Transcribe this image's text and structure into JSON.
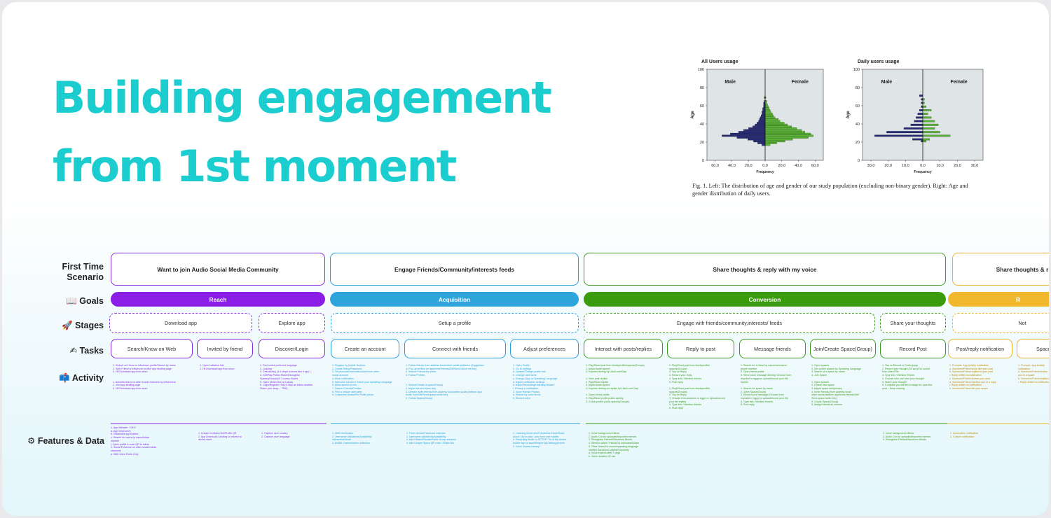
{
  "title_lines": [
    "Building engagement",
    "from 1st moment"
  ],
  "charts": [
    {
      "title": "All Users usage",
      "male_label": "Male",
      "female_label": "Female",
      "ylabel": "Age",
      "xlabel": "Frequency"
    },
    {
      "title": "Daily users usage",
      "male_label": "Male",
      "female_label": "Female",
      "ylabel": "Age",
      "xlabel": "Frequency"
    }
  ],
  "chart_data": [
    {
      "type": "bar",
      "title": "All Users usage",
      "xlabel": "Frequency",
      "ylabel": "Age",
      "ylim": [
        0,
        100
      ],
      "x_ticks": [
        "60,0",
        "40,0",
        "20,0",
        "0,0",
        "20,0",
        "40,0",
        "60,0"
      ],
      "y_ticks": [
        "0",
        "20",
        "40",
        "60",
        "80",
        "100"
      ],
      "series": [
        {
          "name": "Male",
          "values": [
            [
              17,
              4
            ],
            [
              19,
              9
            ],
            [
              21,
              14
            ],
            [
              23,
              21
            ],
            [
              25,
              34
            ],
            [
              27,
              52
            ],
            [
              29,
              42
            ],
            [
              31,
              32
            ],
            [
              33,
              26
            ],
            [
              35,
              20
            ],
            [
              37,
              15
            ],
            [
              39,
              12
            ],
            [
              41,
              10
            ],
            [
              43,
              8
            ],
            [
              45,
              7
            ],
            [
              47,
              6
            ],
            [
              49,
              5
            ],
            [
              51,
              4
            ],
            [
              53,
              4
            ],
            [
              55,
              3
            ],
            [
              57,
              3
            ],
            [
              59,
              2
            ],
            [
              61,
              2
            ],
            [
              63,
              2
            ],
            [
              65,
              1
            ],
            [
              69,
              1
            ]
          ]
        },
        {
          "name": "Female",
          "values": [
            [
              17,
              6
            ],
            [
              19,
              14
            ],
            [
              21,
              24
            ],
            [
              23,
              33
            ],
            [
              25,
              52
            ],
            [
              27,
              58
            ],
            [
              29,
              55
            ],
            [
              31,
              48
            ],
            [
              33,
              44
            ],
            [
              35,
              38
            ],
            [
              37,
              32
            ],
            [
              39,
              27
            ],
            [
              41,
              23
            ],
            [
              43,
              18
            ],
            [
              45,
              16
            ],
            [
              47,
              12
            ],
            [
              49,
              10
            ],
            [
              51,
              9
            ],
            [
              53,
              7
            ],
            [
              55,
              6
            ],
            [
              57,
              5
            ],
            [
              59,
              4
            ],
            [
              61,
              3
            ],
            [
              63,
              2
            ],
            [
              65,
              2
            ],
            [
              69,
              1
            ]
          ]
        }
      ]
    },
    {
      "type": "bar",
      "title": "Daily users usage",
      "xlabel": "Frequency",
      "ylabel": "Age",
      "ylim": [
        0,
        100
      ],
      "x_ticks": [
        "30,0",
        "20,0",
        "10,0",
        "0,0",
        "10,0",
        "20,0",
        "30,0"
      ],
      "y_ticks": [
        "0",
        "20",
        "40",
        "60",
        "80",
        "100"
      ],
      "series": [
        {
          "name": "Male",
          "values": [
            [
              21,
              1
            ],
            [
              23,
              6
            ],
            [
              27,
              28
            ],
            [
              31,
              21
            ],
            [
              35,
              11
            ],
            [
              39,
              7
            ],
            [
              43,
              5
            ],
            [
              47,
              4
            ],
            [
              51,
              3
            ],
            [
              55,
              2
            ],
            [
              59,
              1
            ],
            [
              63,
              1
            ],
            [
              67,
              1
            ],
            [
              71,
              2
            ]
          ]
        },
        {
          "name": "Female",
          "values": [
            [
              21,
              2
            ],
            [
              23,
              4
            ],
            [
              27,
              16
            ],
            [
              31,
              10
            ],
            [
              35,
              7
            ],
            [
              39,
              9
            ],
            [
              43,
              7
            ],
            [
              47,
              5
            ],
            [
              51,
              3
            ],
            [
              55,
              5
            ],
            [
              59,
              2
            ],
            [
              63,
              1
            ],
            [
              67,
              1
            ]
          ]
        }
      ]
    }
  ],
  "caption": "Fig. 1.  Left: The distribution of age and gender of our study population (excluding non-binary gender). Right: Age and gender distribution of daily users.",
  "rows": {
    "scenario": "First Time Scenario",
    "goals": "Goals",
    "stages": "Stages",
    "tasks": "Tasks",
    "activity": "Activity",
    "features": "Features & Data"
  },
  "row_icons": {
    "goals": "book-icon",
    "stages": "rocket-icon",
    "tasks": "writing-hand-icon",
    "activity": "mailbox-icon",
    "features": "gear-icon"
  },
  "icon_glyphs": {
    "goals": "📖",
    "stages": "🚀",
    "tasks": "✍",
    "activity": "📫",
    "features": "⚙"
  },
  "colors": {
    "title": "#1ccdd0",
    "reach": "#8a1ee6",
    "acquisition": "#2ea4dc",
    "conversion": "#3a9c0c",
    "retention": "#f1b82d",
    "male": "#272b73",
    "female": "#58b035"
  },
  "scenarios": [
    "Want to join Audio Social Media Community",
    "Engage Friends/Community/interests feeds",
    "Share thoughts & reply with my voice",
    "Share thoughts & r"
  ],
  "goals": [
    "Reach",
    "Acquisition",
    "Conversion",
    "R"
  ],
  "stages": [
    "Download  app",
    "Explore app",
    "Setup a profile",
    "Engage with friends/community,interests/ feeds",
    "Share your thoughts",
    "Not"
  ],
  "tasks": [
    "Search/Know on Web",
    "Invited by friend",
    "Discover/Login",
    "Create an account",
    "Connect with friends",
    "Adjust preferences",
    "Interact with posts/replies",
    "Reply to post",
    "Message friends",
    "Join/Create Space(Group)",
    "Record Post",
    "Post/reply notification",
    "Space i"
  ],
  "activities": [
    "1. Search on Home or influencer profile/Search by name\n2. Web Friend or influencer profile/ App landing page\n3. Hit Download app from store.\n\n\n1. Advertisement on other social channels by influencers\n2. Visit app landing page\n3. Hit Download app from store",
    "1. Open invitation link\n2. Hit Download app from store.",
    "1. First select preferred language\n2. Loading\n3. Onboarding (3-4 steps to know abo it app )\n4. Get/Play Public Shared thoughts/\n   Spaces(Groups)/4 Country Voices\n5. Open detail view of a study\n6. Login/Register Only 6 Step as follow another\n   Share your story.... TBD)",
    "1. Register by Mobile Number\n2. Create String Password\n3. Fill personal information/Add from other\n   social account\n4. Allow notification\n5. Welcome screen & Select your speaking Language\n6. Allow access to mic\n7. Search Friends/Profiles\n8. Pick a unique username\n9. Customise Avatar/Pic Profile photo",
    "1. Follow friends from address book/other social platforms (Suggested\n   or Pop up verified on app/Invite friends/Gift/Send follow me link)\n2. Search Friends by name\n3. Follow Profiles\n\n\n1. Search/Create a space(Group)\n2. Adjust screen if/your key\n3. Directly invite friends from address book/other social platform app/\n   Invite Your/Gift/Send space invite link)\n4. Create Space(Group)",
    "1. Open Profile\n2. Go to settings\n   a. Update/Change profile info\n   b. Change username\n   c. Change (App or Speaking) Language\n   d. Adjust notification settings\n   e. Adjust Recording/Listening Modes*\n   f. Privacy & verification\n3. Voice Human Privacy\n   a. Search by voice terms\n   b. Record voice",
    "1. Play/Read post from feeds/profile/spaces(Groups)\n2. Adjust audio speed\n3. Express feeling by Like/Love/Clap\n\n1. View post replies\n2. Play/Read replies\n3. Adjust audio speed\n4. Express feeling on replies by Like/Love/Clap\n\n1. Open friend profile\n2. Play/Read profile public activity\n3. Check profile public spaces(Groups)",
    "1. Play/Read post from feeds/profile/\n   spaces(Groups)\n2. Tap on Reply\n3. Record your reply\n4. Type info / Mention friends\n5. Post reply\n\n1. Play/Read post from feeds/profile/\n   spaces(Groups)\n2. Tap on Reply\n3. Choose from answers in egypt or Upload/record\n   your file replies\n4. Type info / Mention friends\n5. Post reply",
    "1. Search for a friend by name/username/\n   phone number\n2. Open friend profile\n3. Send voice message directly/ Choose from\n   imposite in egypt or upload/record your file\n   replies\n\n1. Search for space by name\n2. Open Space(Group)\n3. Record your message/ Choose from\n   imposite in egypt or upload/record your file\n4. Type info / Mention friends\n5. Post reply",
    "1. Open spaces\n2. See public spaces by Speaking Language\n3. Search of a space by name\n4. Join Space\n\n1. Open spaces\n2. Create new space\n3. Adjust space info/privacy\n4. Invite friends (from address book/\n   other social platform app/Invite friends/Gift/\n   Send space invite link)\n5. Create Space(Group)\n6. Assign friends as owners",
    "1. Tap on Record in Feeds page\n2. Record your thought (30 sec)/Cut sound\n   from video/File\n3. Type info / Mention friends\n4. Choose who can hear your thought\n5. Share your thought\n6. Congrats you earned a badge for post first\n   post... Keep sharing",
    "1. Prompts- App Activity notification\n   a. Someone/Friend loves like your post\n   b. Someone/Friend replied to your post\n      i. Reply written to notification\n   c. Someone/Friend shares your post\n   d. Someone/Friend mention you in a reply\n      i. Reply written to notification\n   e. Someone/Friend left your space",
    "1. Prompts- App Activity notification\n   a. Someone/Friend invites you to a space\n   b. Someone/Friend replied on\n      i. Reply written to notification"
  ],
  "features": [
    "1. App Website + SEO\n   a. App Info(home)\n   b. Download app section\n   c. Search for users by name/follow\n      number\n      i. Open profile & scan QR to follow\n2. Social Presence on other social media\n   channels\n   a. With Voice Posts Only",
    "1. Unique invitation link/Profile QR\n2. App Download Landing to redirect to\n   device store",
    "1. Capture user country\n2. Capture user language",
    "1. SMS Verification\n2. Username validations/Availability\n   interaction/Email\n3. Avatar Customization collection",
    "1. Fetch device/Facebook matches\n2. Username validations/Availability\n3. Add Hidden/Private/Public Group advance\n4. Add Unique Space QR code / Share link",
    "1. Listening Mode shelf Mode/Car Mode/Read\n   aloud: Tap to play / auto next user replies\n2. Recording Mode in-ACTIVE: Tic or flip device\n   double tap on face/Whisper tap lasting phones\n3. Voice browse Library*",
    "1. Voice background effects\n2. Audio Cut for uploaded/imported memes\n3. Recognise Filtered/Sanctions Words\n4. Mention users / friends by username/name\n5. Filter Feeds for source/speaking language\n   Verified Sanction/Content/Popularity\n   a. Voice expires after 7 days\n   b. Voice duration 22 sec",
    "1. Voice background effects\n2. Audio Cut for uploaded/imported memes\n3. Recognise Filtered/Sanctions Words",
    "1. Automation notification\n2. Custom notification"
  ]
}
